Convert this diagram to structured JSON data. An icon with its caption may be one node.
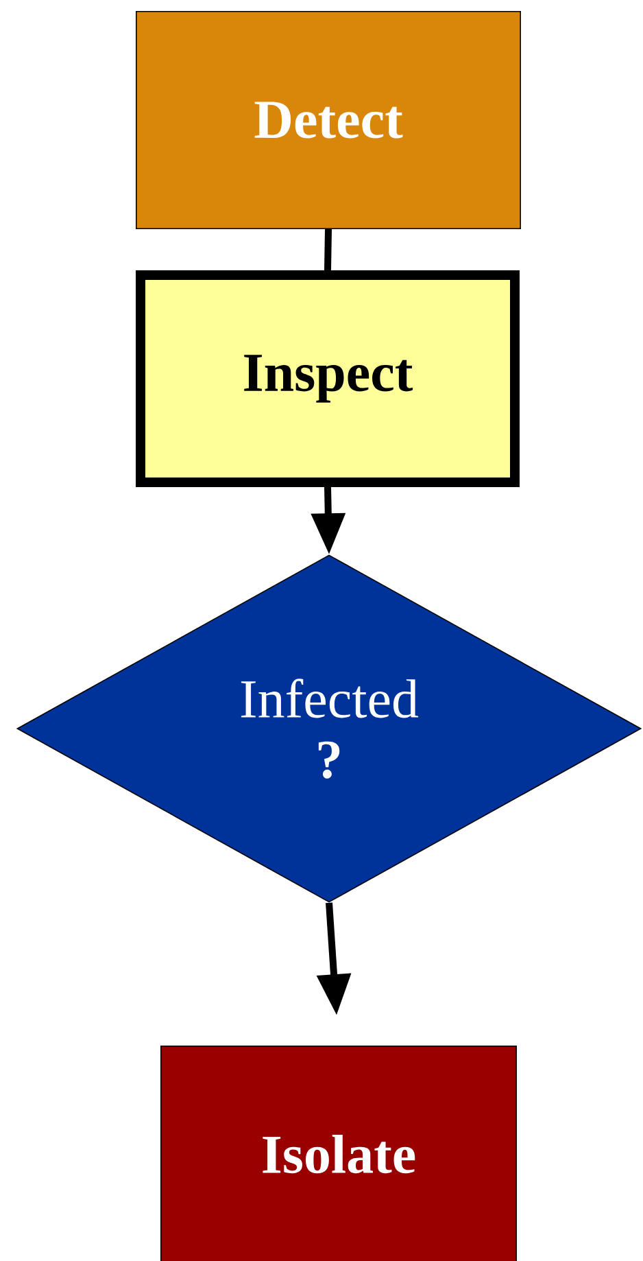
{
  "diagram": {
    "nodes": [
      {
        "text": [
          "Detect"
        ]
      },
      {
        "text": [
          "Inspect"
        ]
      },
      {
        "text": [
          "Infected",
          "?"
        ]
      },
      {
        "text": [
          "Isolate"
        ]
      }
    ],
    "edges": [
      {
        "from": 0,
        "to": 1,
        "arrow": "none"
      },
      {
        "from": 1,
        "to": 2,
        "arrow": "to"
      },
      {
        "from": 2,
        "to": 3,
        "arrow": "to"
      }
    ]
  }
}
